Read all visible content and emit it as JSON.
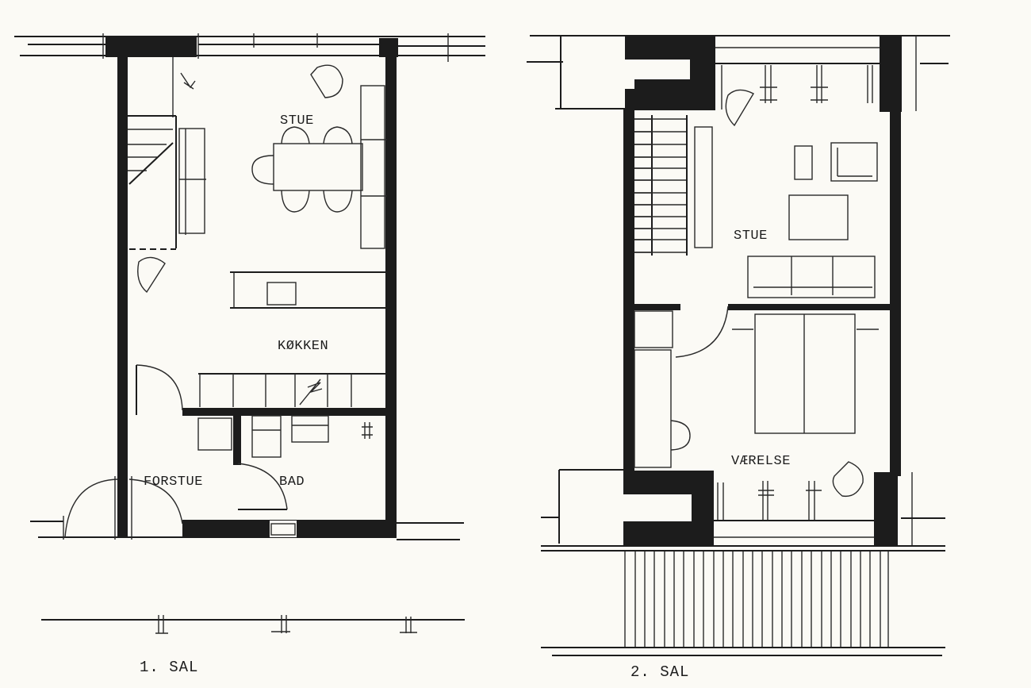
{
  "plans": [
    {
      "caption": "1. SAL",
      "rooms": {
        "stue": "STUE",
        "kokken": "KØKKEN",
        "forstue": "FORSTUE",
        "bad": "BAD"
      }
    },
    {
      "caption": "2. SAL",
      "rooms": {
        "stue": "STUE",
        "vaerelse": "VÆRELSE"
      }
    }
  ],
  "colors": {
    "ink": "#1c1c1c",
    "paper": "#fbfaf5"
  }
}
